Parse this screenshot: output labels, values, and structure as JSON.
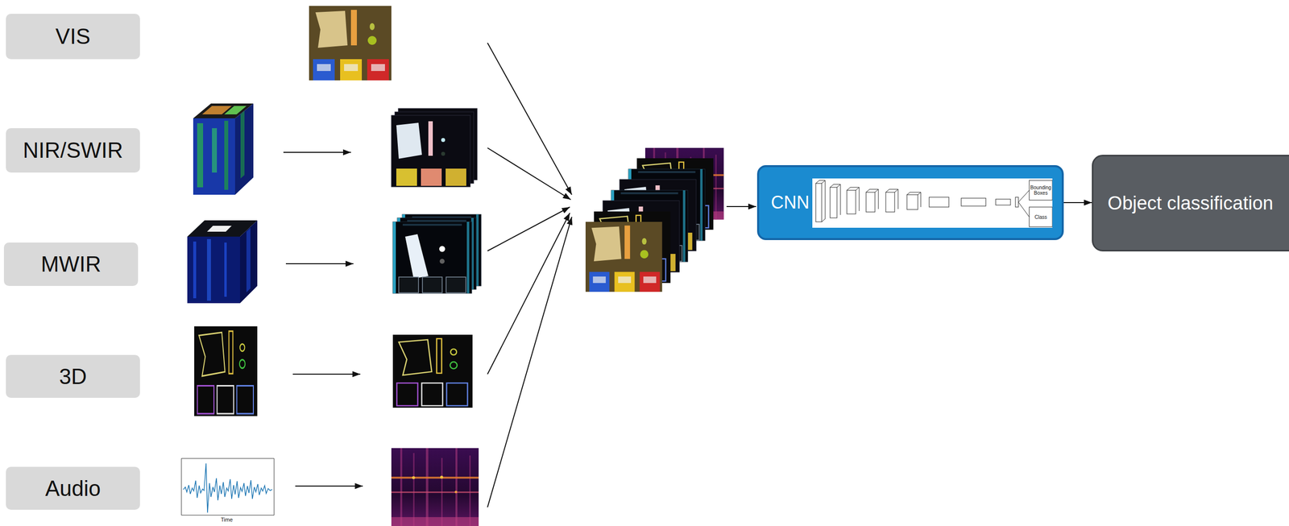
{
  "diagram": {
    "nodes": [
      {
        "text": [
          "VIS"
        ]
      },
      {
        "text": [
          "NIR/SWIR"
        ]
      },
      {
        "text": [
          "MWIR"
        ]
      },
      {
        "text": [
          "3D"
        ]
      },
      {
        "text": [
          "Audio"
        ]
      },
      {
        "text": [
          "CNN"
        ]
      },
      {
        "text": [
          "Object classification"
        ]
      }
    ],
    "edges": [
      {
        "from": 5,
        "to": 6,
        "arrow": "to"
      }
    ],
    "labels": [
      "Time",
      "Bounding Boxes",
      "Class"
    ]
  }
}
